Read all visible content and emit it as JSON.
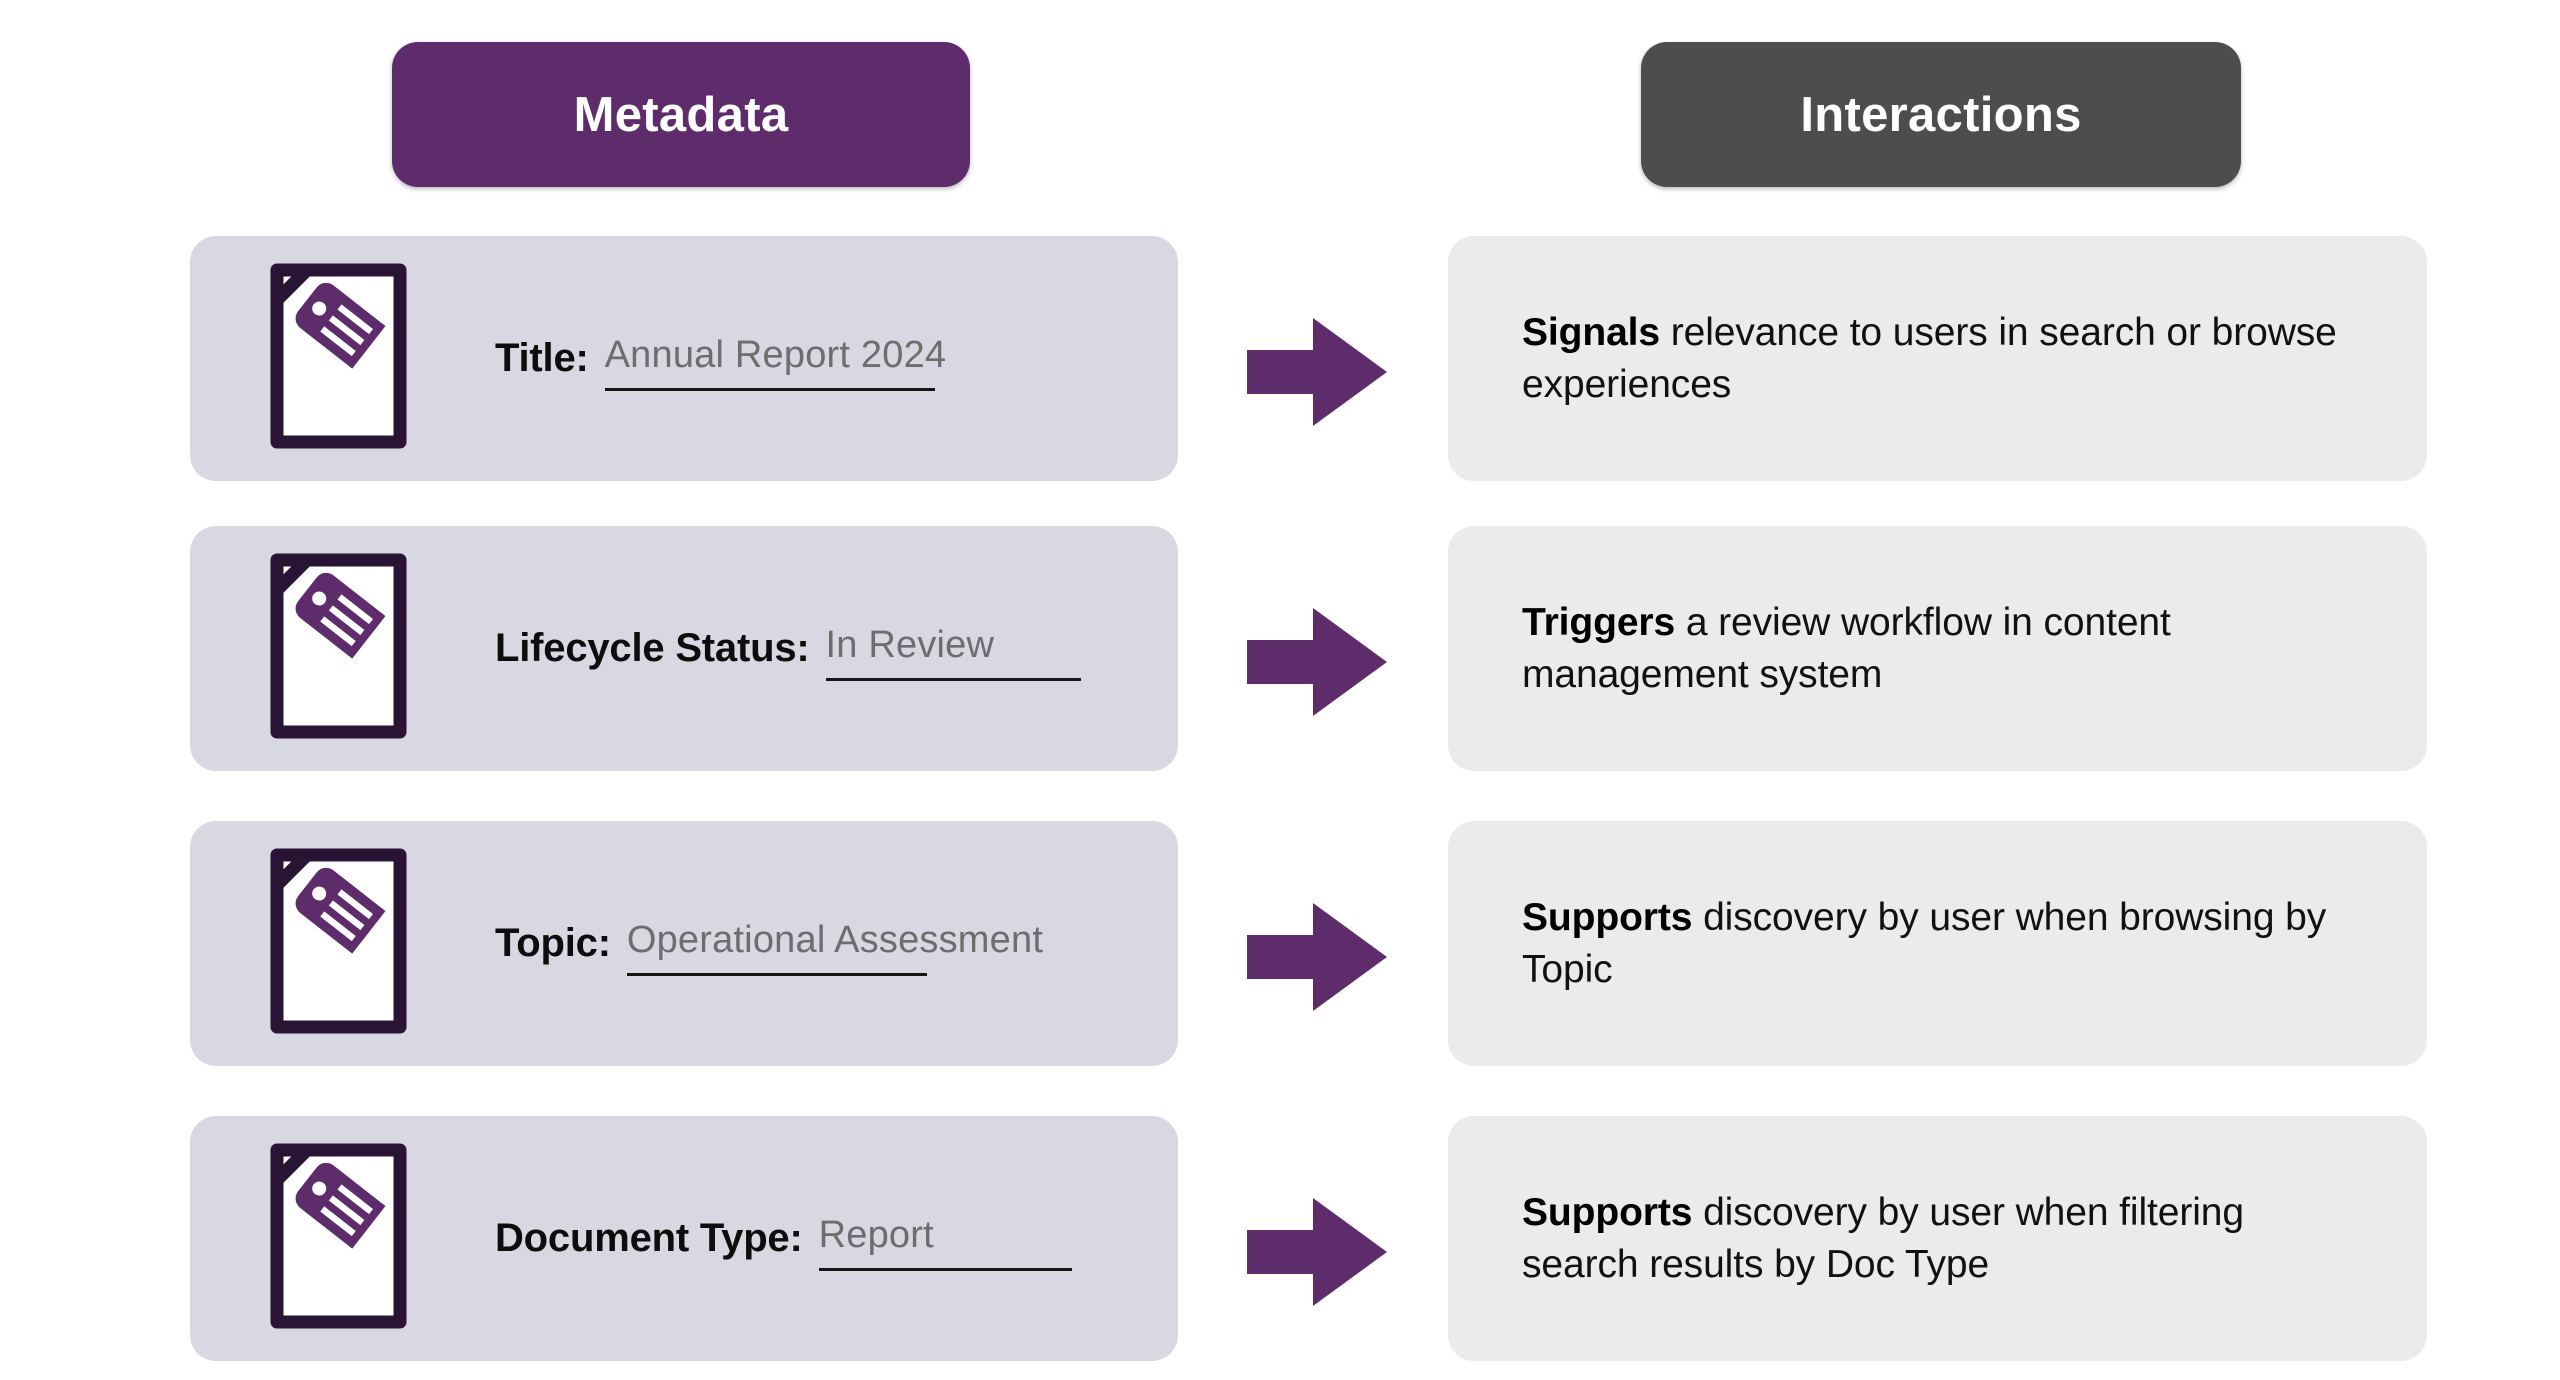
{
  "columns": {
    "metadata_header": "Metadata",
    "interactions_header": "Interactions"
  },
  "colors": {
    "metadata_header_bg": "#5f2c6b",
    "interactions_header_bg": "#4d4d4d",
    "metadata_card_bg": "#d8d8e2",
    "interactions_card_bg": "#ebebeb",
    "arrow": "#5f2c6b",
    "icon_outline": "#2a1436",
    "icon_tag": "#5f2c6b",
    "value_text": "#6d6d6d"
  },
  "rows": [
    {
      "icon": "document-tag-icon",
      "label": "Title:",
      "value": "Annual Report 2024",
      "arrow": "right-arrow-icon",
      "interaction_bold": "Signals",
      "interaction_rest": " relevance to users in search or browse experiences"
    },
    {
      "icon": "document-tag-icon",
      "label": "Lifecycle Status:",
      "value": "In Review",
      "arrow": "right-arrow-icon",
      "interaction_bold": "Triggers",
      "interaction_rest": " a review workflow in content management system"
    },
    {
      "icon": "document-tag-icon",
      "label": "Topic:",
      "value": "Operational Assessment",
      "arrow": "right-arrow-icon",
      "interaction_bold": "Supports",
      "interaction_rest": " discovery by user when browsing by Topic"
    },
    {
      "icon": "document-tag-icon",
      "label": "Document Type:",
      "value": "Report",
      "arrow": "right-arrow-icon",
      "interaction_bold": "Supports",
      "interaction_rest": " discovery by user when filtering search results by Doc Type"
    }
  ]
}
